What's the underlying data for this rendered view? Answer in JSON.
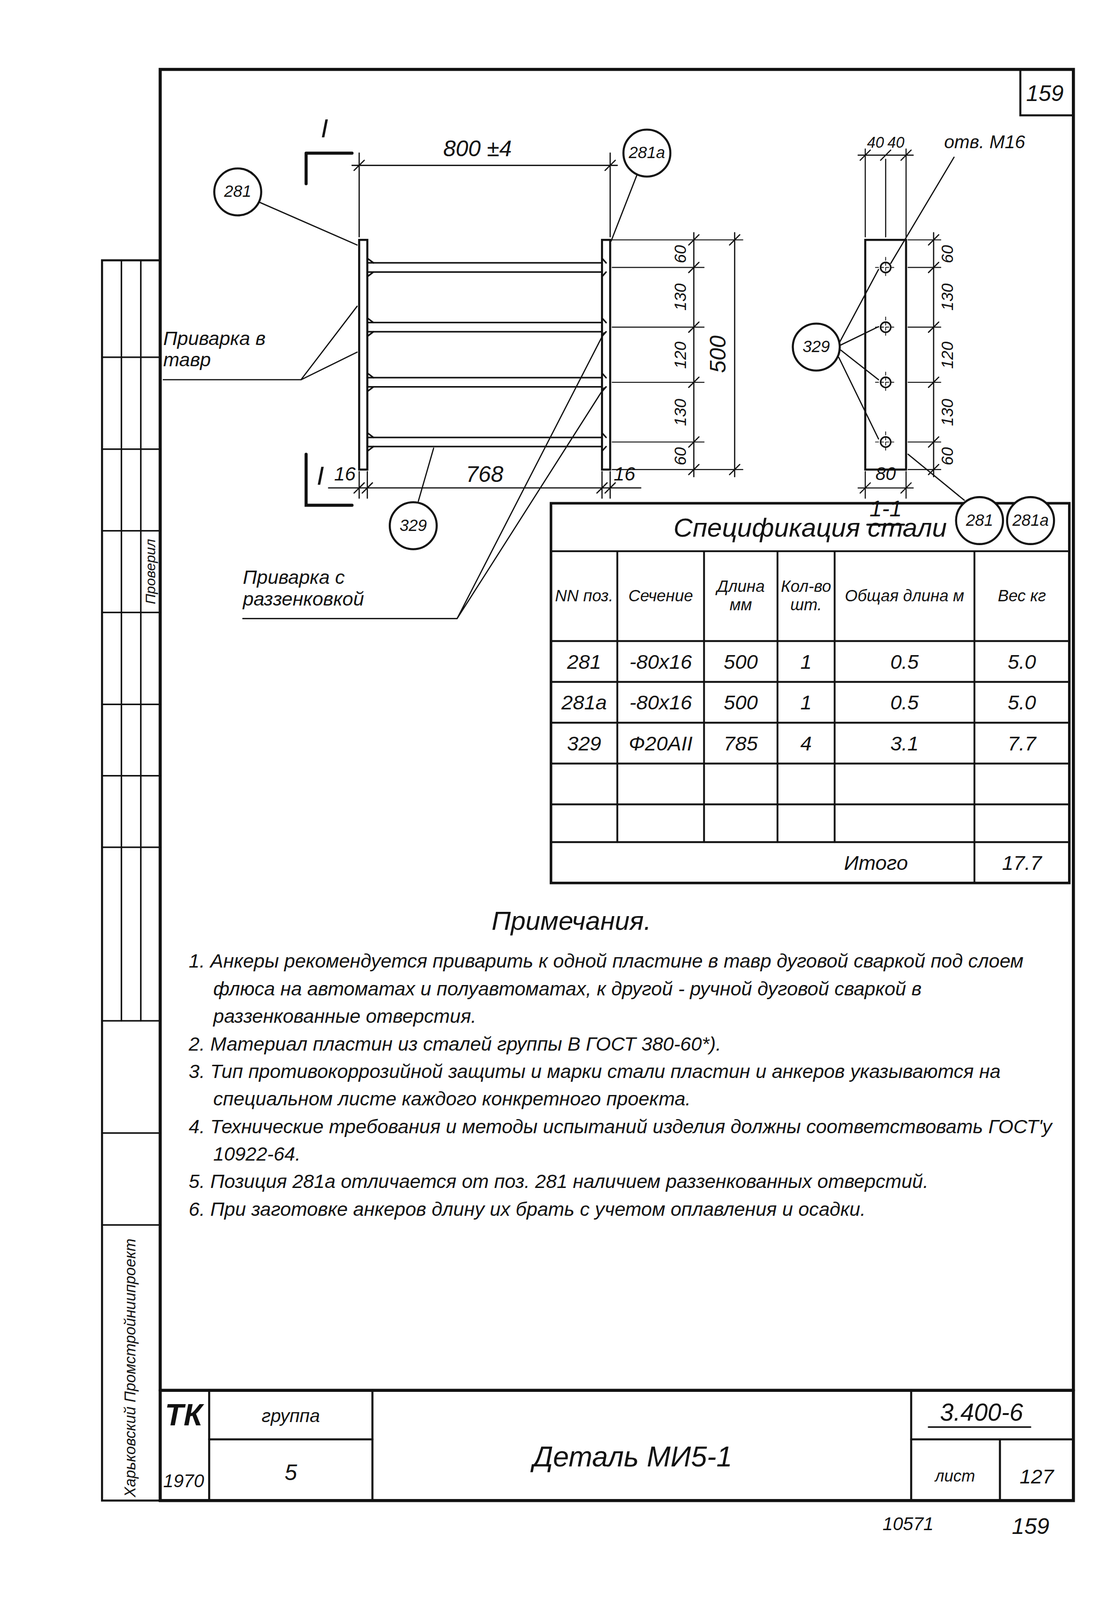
{
  "diagram": {
    "nodes": [
      {
        "text": [
          "281"
        ]
      },
      {
        "text": [
          "281а"
        ]
      },
      {
        "text": [
          "329"
        ]
      },
      {
        "text": [
          "329"
        ]
      },
      {
        "text": [
          "281"
        ]
      },
      {
        "text": [
          "281а"
        ]
      }
    ],
    "labels": [
      "159",
      "I",
      "I",
      "800 ±4",
      "16",
      "768",
      "16",
      "60",
      "130",
      "120",
      "130",
      "60",
      "500",
      "Приварка в тавр",
      "Приварка с раззенковкой",
      "40",
      "40",
      "отв. М16",
      "60",
      "130",
      "120",
      "130",
      "60",
      "80",
      "1-1",
      "Спецификация стали",
      "NN поз.",
      "Сечение",
      "Длина мм",
      "Кол-во шт.",
      "Общая длина м",
      "Вес кг",
      "281",
      "-80x16",
      "500",
      "1",
      "0.5",
      "5.0",
      "281а",
      "-80x16",
      "500",
      "1",
      "0.5",
      "5.0",
      "329",
      "Ф20АII",
      "785",
      "4",
      "3.1",
      "7.7",
      "Итого",
      "17.7",
      "Примечания.",
      "1. Анкеры рекомендуется приварить к одной пластине в тавр дуговой сваркой под слоем флюса на автоматах и полуавтоматах, к другой - ручной дуговой сваркой в раззенкованные отверстия.",
      "2. Материал пластин из сталей группы В ГОСТ 380-60*).",
      "3. Тип противокоррозийной защиты и марки стали пластин и анкеров указываются на специальном листе каждого конкретного проекта.",
      "4. Технические требования и методы испытаний изделия должны соответствовать ГОСТ'у 10922-64.",
      "5. Позиция 281а отличается от поз. 281 наличием раззенкованных отверстий.",
      "6. При заготовке анкеров длину их брать с учетом оплавления и осадки.",
      "ТК",
      "1970",
      "группа",
      "5",
      "Деталь МИ5-1",
      "3.400-6",
      "лист",
      "127",
      "10571",
      "159",
      "Харьковский Промстройниипроект",
      "Проверил"
    ]
  }
}
